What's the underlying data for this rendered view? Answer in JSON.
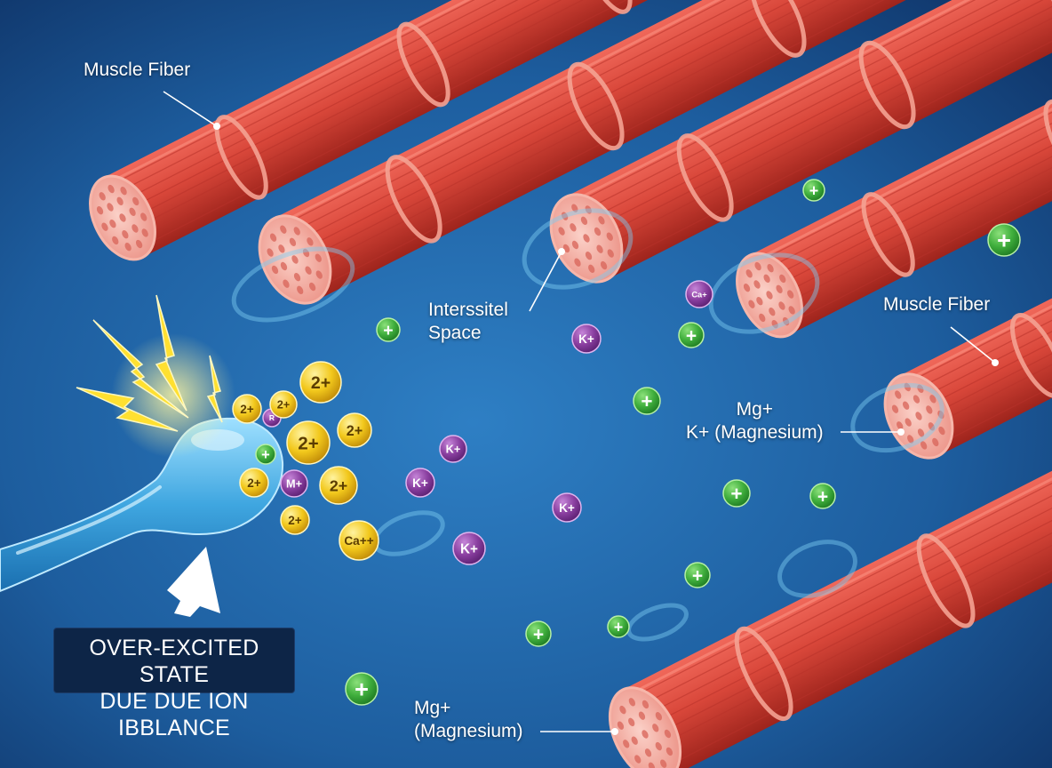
{
  "labels": {
    "muscle_fiber_1": "Muscle Fiber",
    "muscle_fiber_2": "Muscle Fiber",
    "interstitial_line1": "Interssitel",
    "interstitial_line2": "Space",
    "mg_k_line1": "Mg+",
    "mg_k_line2": "K+ (Magnesium)",
    "mg_bottom_line1": "Mg+",
    "mg_bottom_line2": "(Magnesium)",
    "state_line1": "OVER-EXCITED STATE",
    "state_line2": "DUE DUE ION IBBLANCE"
  },
  "ion_labels": {
    "plus": "+",
    "potassium": "K+",
    "calcium": "Ca+",
    "calcium_double": "Ca++",
    "divalent": "2+",
    "magnesium": "M+",
    "small_r": "R"
  },
  "colors": {
    "background": "#1f5f9e",
    "fiber": "#d9473a",
    "fiber_dark": "#a8281f",
    "fiber_end": "#f3a89c",
    "nerve": "#3fa6e0",
    "ion_green": "#3fae3c",
    "ion_purple": "#8a3fa0",
    "ion_yellow": "#f2c81c",
    "spark": "#ffe030",
    "label_box": "#0d2547"
  }
}
